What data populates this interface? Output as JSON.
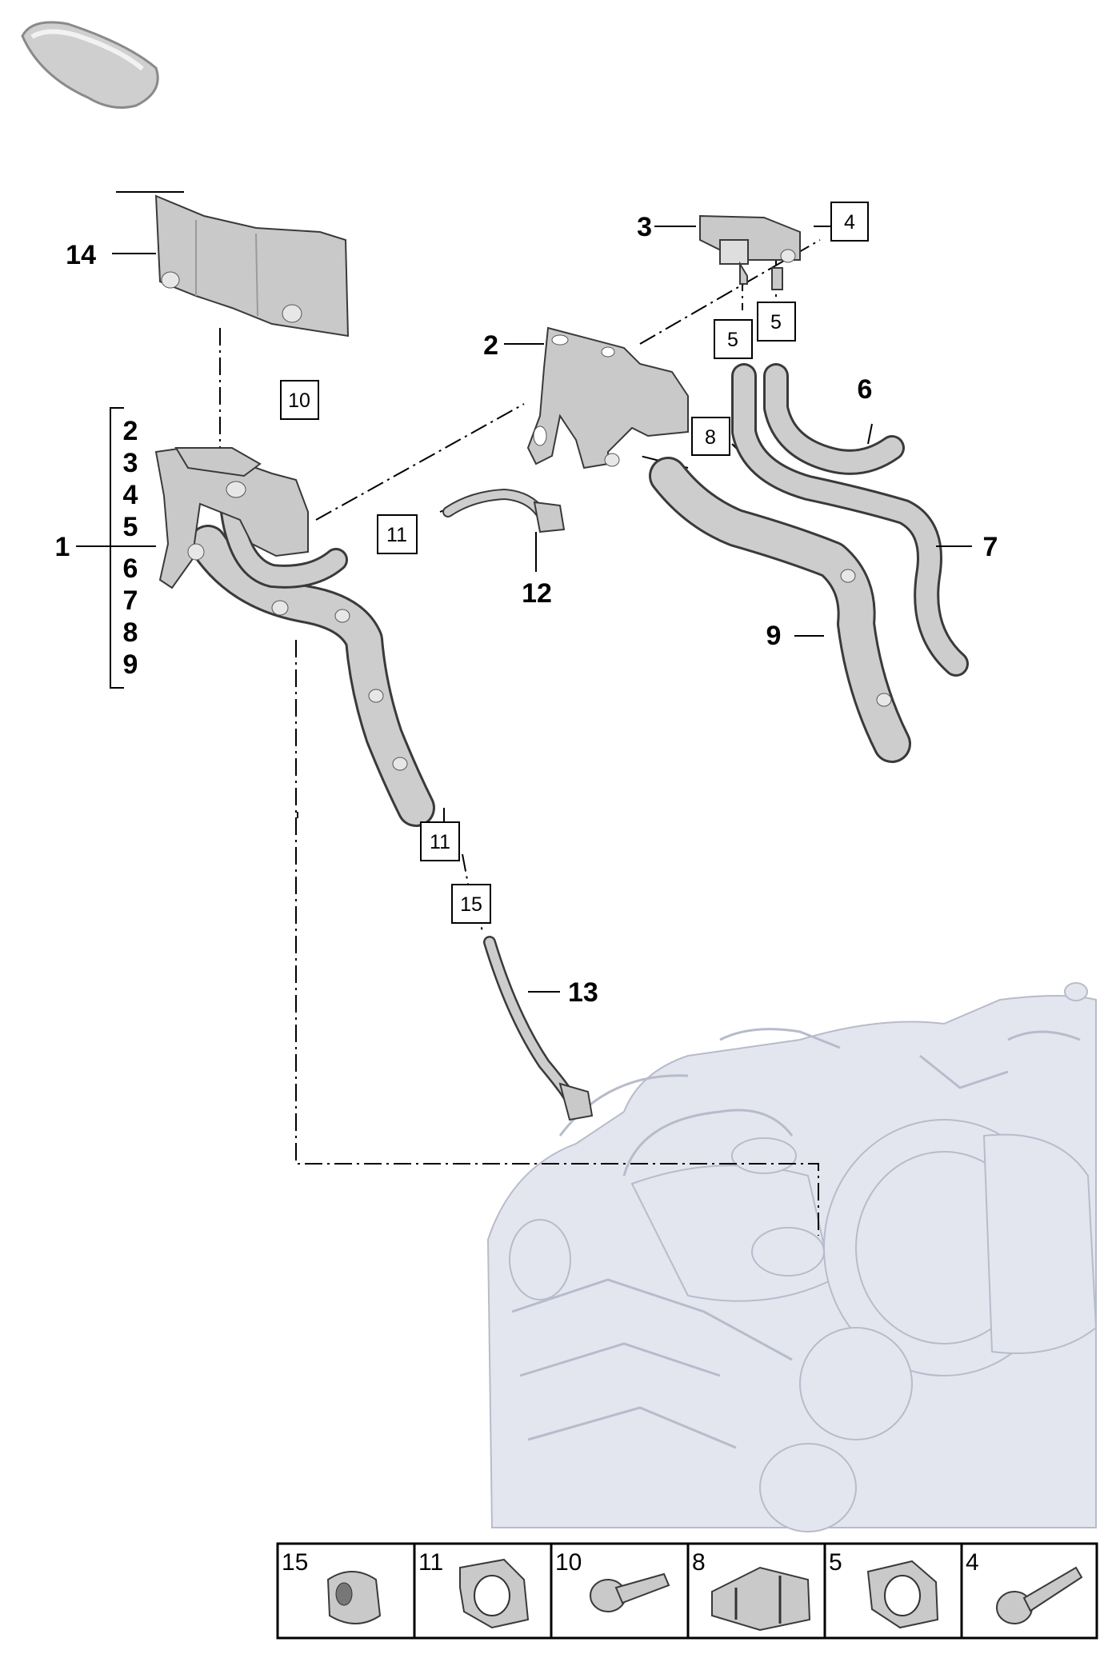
{
  "callouts": {
    "c1": "1",
    "c2": "2",
    "c3": "3",
    "c6": "6",
    "c7": "7",
    "c9": "9",
    "c12": "12",
    "c13": "13",
    "c14": "14"
  },
  "kit_list": [
    "2",
    "3",
    "4",
    "5",
    "6",
    "7",
    "8",
    "9"
  ],
  "boxed_labels": {
    "b4": "4",
    "b5a": "5",
    "b5b": "5",
    "b8": "8",
    "b10": "10",
    "b11a": "11",
    "b11b": "11",
    "b15": "15"
  },
  "legend_cells": [
    {
      "number": "15",
      "icon": "grommet-icon"
    },
    {
      "number": "11",
      "icon": "pipe-clip-icon"
    },
    {
      "number": "10",
      "icon": "bolt-icon"
    },
    {
      "number": "8",
      "icon": "double-clip-icon"
    },
    {
      "number": "5",
      "icon": "hose-clip-icon"
    },
    {
      "number": "4",
      "icon": "long-bolt-icon"
    }
  ]
}
